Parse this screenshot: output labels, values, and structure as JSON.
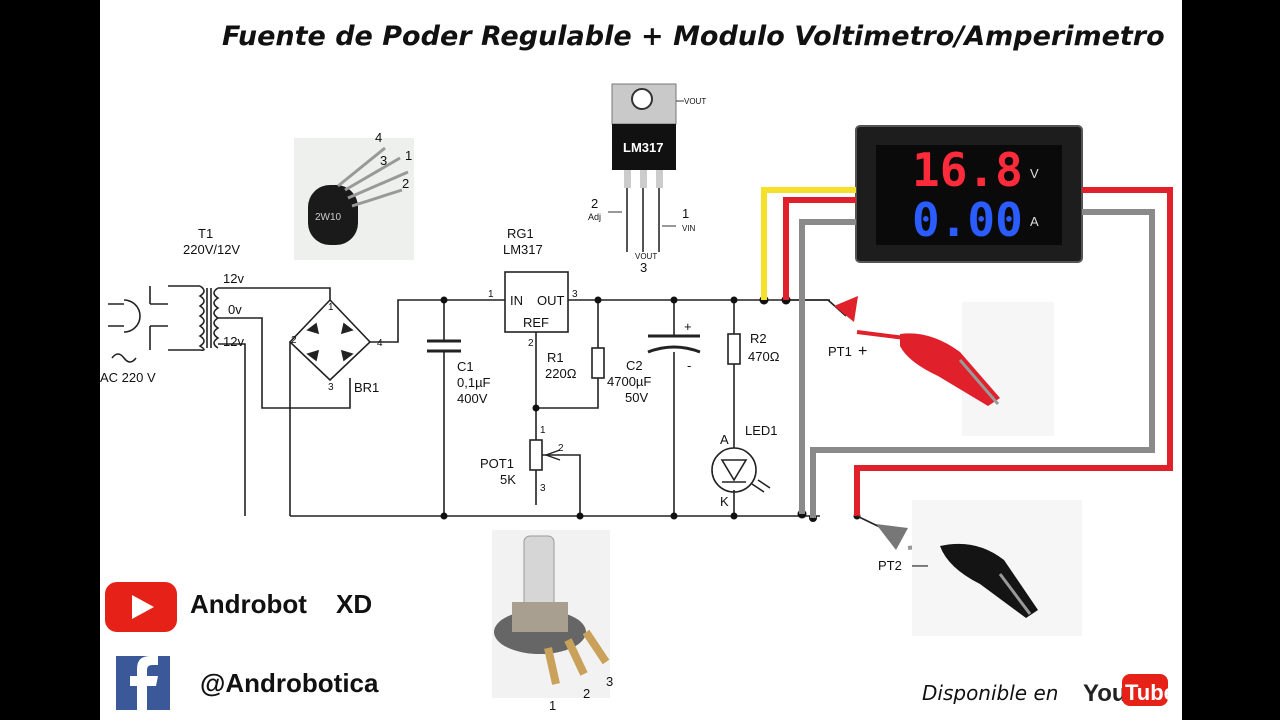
{
  "title": "Fuente de Poder Regulable + Modulo Voltimetro/Amperimetro",
  "transformer": {
    "ref": "T1",
    "rating": "220V/12V",
    "tap_top": "12v",
    "tap_mid": "0v",
    "tap_bottom": "12v",
    "source": "AC 220 V"
  },
  "bridge": {
    "ref": "BR1",
    "pin1": "1",
    "pin2": "2",
    "pin3": "3",
    "pin4": "4",
    "part_marking": "2W10"
  },
  "bridge_photo_pins": [
    "4",
    "3",
    "1",
    "2"
  ],
  "regulator": {
    "ref": "RG1",
    "part": "LM317",
    "in": "IN",
    "out": "OUT",
    "ref_pin": "REF",
    "pin1": "1",
    "pin2": "2",
    "pin3": "3"
  },
  "lm317_photo": {
    "part": "LM317",
    "vout_label": "VOUT",
    "adj_label": "Adj",
    "vin_label": "VIN",
    "vout_bottom": "VOUT",
    "pin_adj": "2",
    "pin_vin": "1",
    "pin_vout": "3"
  },
  "c1": {
    "ref": "C1",
    "value": "0,1µF",
    "voltage": "400V"
  },
  "r1": {
    "ref": "R1",
    "value": "220Ω"
  },
  "c2": {
    "ref": "C2",
    "value": "4700µF",
    "voltage": "50V",
    "plus": "+",
    "minus": "-"
  },
  "r2": {
    "ref": "R2",
    "value": "470Ω"
  },
  "led": {
    "ref": "LED1",
    "anode": "A",
    "cathode": "K"
  },
  "pot": {
    "ref": "POT1",
    "value": "5K",
    "pin1": "1",
    "pin2": "2",
    "pin3": "3"
  },
  "pot_photo_pins": [
    "1",
    "2",
    "3"
  ],
  "meter": {
    "voltage": "16.8",
    "volt_unit": "V",
    "current": "0.00",
    "amp_unit": "A",
    "volt_color": "#ff2a3a",
    "amp_color": "#2a5cff"
  },
  "probes": {
    "positive": "PT1",
    "positive_sign": "+",
    "negative": "PT2",
    "negative_sign": "—"
  },
  "brand": {
    "youtube_name": "Androbot",
    "youtube_suffix": "XD",
    "facebook": "@Androbotica",
    "available": "Disponible en",
    "youtube_logo": "YouTube"
  },
  "colors": {
    "wire_red": "#e0202a",
    "wire_yellow": "#f5e12a",
    "wire_gray": "#8a8a8a",
    "youtube_red": "#e62117",
    "facebook_blue": "#3b5998"
  }
}
